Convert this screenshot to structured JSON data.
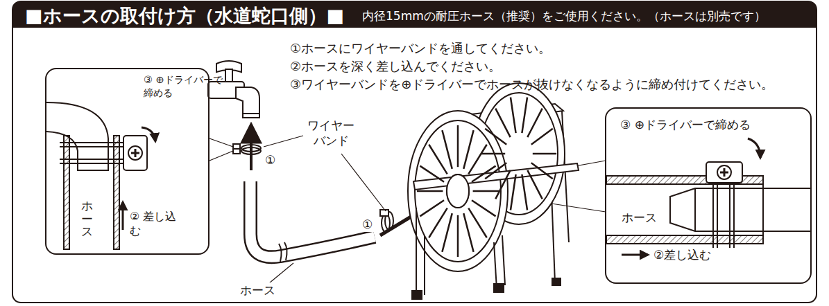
{
  "diagram": {
    "title": "■ホースの取付け方（水道蛇口側）■",
    "nodes": [
      {
        "text": [
          "③ ⊕ドライバーで 締める",
          "ホース",
          "② 差し込む"
        ]
      },
      {
        "text": [
          "③ ⊕ドライバーで締める",
          "ホース",
          "②差し込む"
        ]
      }
    ],
    "labels": [
      "内径15mmの耐圧ホース（推奨）をご使用ください。（ホースは別売です）",
      "①ホースにワイヤーバンドを通してください。",
      "②ホースを深く差し込んでください。",
      "③ワイヤーバンドを⊕ドライバーでホースが抜けなくなるように締め付けてください。",
      "ワイヤー バンド",
      "①",
      "①",
      "ホース"
    ]
  }
}
